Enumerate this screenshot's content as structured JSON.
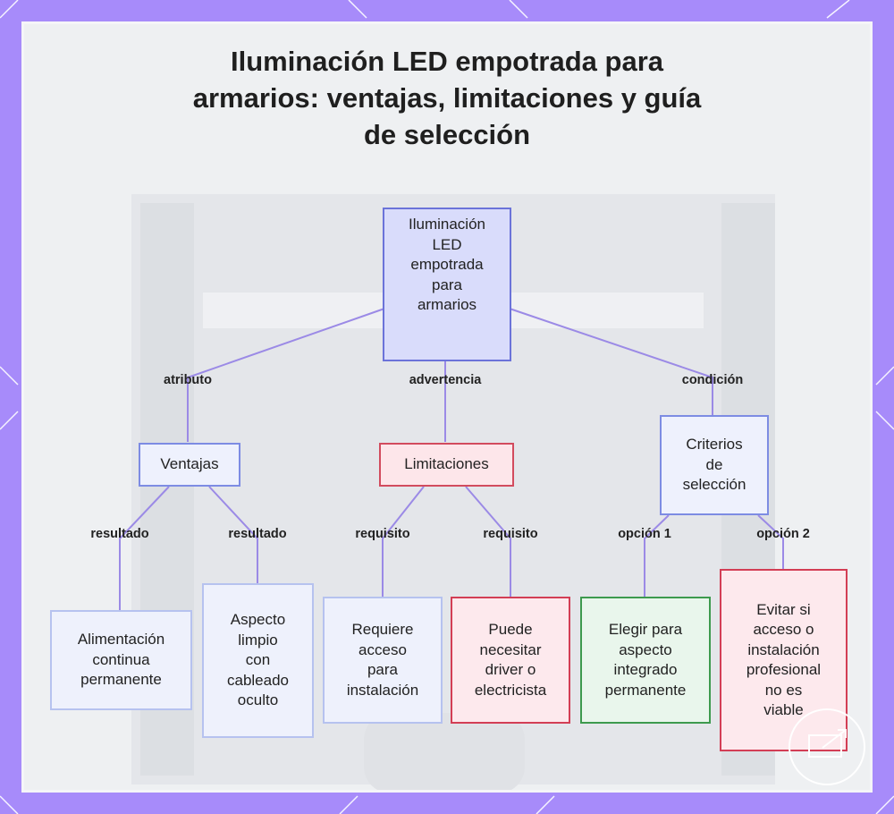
{
  "title": "Iluminación LED empotrada para armarios: ventajas, limitaciones y guía de selección",
  "colors": {
    "frame": "#a78bfa",
    "panel": "#eceef0",
    "edge": "#9b8ae6",
    "root_fill": "#d9dcfb",
    "root_border": "#6b73d9",
    "red_border": "#d33e55",
    "green_border": "#3d9a4e"
  },
  "nodes": {
    "root": "Iluminación\nLED\nempotrada\npara\narmarios",
    "ventajas": "Ventajas",
    "limitaciones": "Limitaciones",
    "criterios": "Criterios\nde\nselección",
    "alimentacion": "Alimentación\ncontinua\npermanente",
    "aspecto": "Aspecto\nlimpio\ncon\ncableado\noculto",
    "requiere": "Requiere\nacceso\npara\ninstalación",
    "puede": "Puede\nnecesitar\ndriver o\nelectricista",
    "elegir": "Elegir para\naspecto\nintegrado\npermanente",
    "evitar": "Evitar si\nacceso o\ninstalación\nprofesional\nno es\nviable"
  },
  "edge_labels": {
    "atributo": "atributo",
    "advertencia": "advertencia",
    "condicion": "condición",
    "resultado_1": "resultado",
    "resultado_2": "resultado",
    "requisito_1": "requisito",
    "requisito_2": "requisito",
    "opcion_1": "opción 1",
    "opcion_2": "opción 2"
  },
  "icons": {
    "corner": "expand-arrow-icon"
  }
}
